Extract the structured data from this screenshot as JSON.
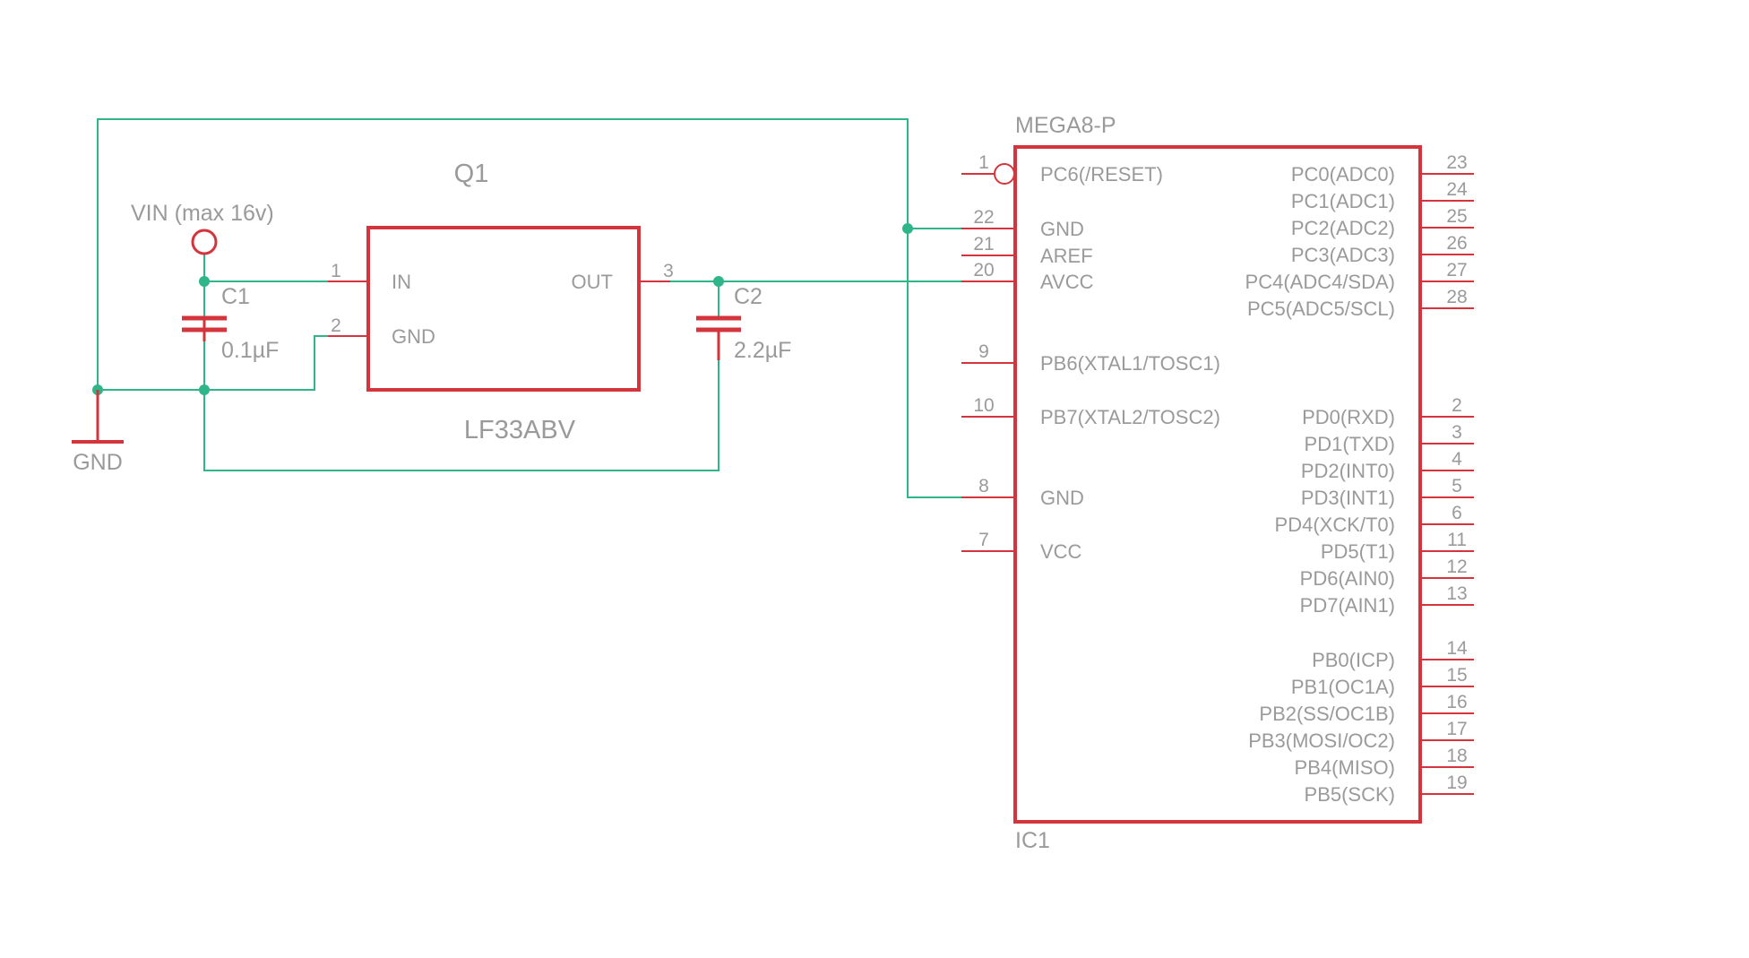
{
  "colors": {
    "wire": "#2fb58a",
    "part": "#d4343b",
    "text": "#9a9a9a"
  },
  "gnd_symbol": {
    "label": "GND"
  },
  "vin": {
    "label": "VIN (max 16v)"
  },
  "c1": {
    "name": "C1",
    "value": "0.1µF"
  },
  "c2": {
    "name": "C2",
    "value": "2.2µF"
  },
  "regulator": {
    "name": "Q1",
    "value": "LF33ABV",
    "pins": [
      {
        "num": "1",
        "name": "IN"
      },
      {
        "num": "2",
        "name": "GND"
      },
      {
        "num": "3",
        "name": "OUT"
      }
    ]
  },
  "mcu": {
    "title": "MEGA8-P",
    "name": "IC1",
    "left_pins": [
      {
        "num": "1",
        "name": "PC6(/RESET)"
      },
      {
        "num": "22",
        "name": "GND"
      },
      {
        "num": "21",
        "name": "AREF"
      },
      {
        "num": "20",
        "name": "AVCC"
      },
      {
        "num": "9",
        "name": "PB6(XTAL1/TOSC1)"
      },
      {
        "num": "10",
        "name": "PB7(XTAL2/TOSC2)"
      },
      {
        "num": "8",
        "name": "GND"
      },
      {
        "num": "7",
        "name": "VCC"
      }
    ],
    "right_pins": [
      {
        "num": "23",
        "name": "PC0(ADC0)"
      },
      {
        "num": "24",
        "name": "PC1(ADC1)"
      },
      {
        "num": "25",
        "name": "PC2(ADC2)"
      },
      {
        "num": "26",
        "name": "PC3(ADC3)"
      },
      {
        "num": "27",
        "name": "PC4(ADC4/SDA)"
      },
      {
        "num": "28",
        "name": "PC5(ADC5/SCL)"
      },
      {
        "num": "2",
        "name": "PD0(RXD)"
      },
      {
        "num": "3",
        "name": "PD1(TXD)"
      },
      {
        "num": "4",
        "name": "PD2(INT0)"
      },
      {
        "num": "5",
        "name": "PD3(INT1)"
      },
      {
        "num": "6",
        "name": "PD4(XCK/T0)"
      },
      {
        "num": "11",
        "name": "PD5(T1)"
      },
      {
        "num": "12",
        "name": "PD6(AIN0)"
      },
      {
        "num": "13",
        "name": "PD7(AIN1)"
      },
      {
        "num": "14",
        "name": "PB0(ICP)"
      },
      {
        "num": "15",
        "name": "PB1(OC1A)"
      },
      {
        "num": "16",
        "name": "PB2(SS/OC1B)"
      },
      {
        "num": "17",
        "name": "PB3(MOSI/OC2)"
      },
      {
        "num": "18",
        "name": "PB4(MISO)"
      },
      {
        "num": "19",
        "name": "PB5(SCK)"
      }
    ]
  }
}
